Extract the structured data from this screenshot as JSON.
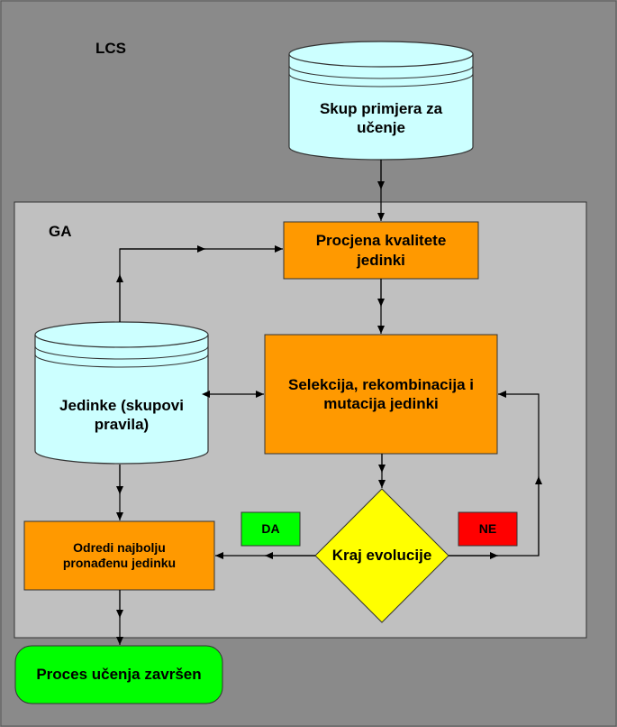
{
  "outer_region": {
    "label": "LCS"
  },
  "inner_region": {
    "label": "GA"
  },
  "nodes": {
    "training_set": {
      "label": "Skup primjera za\nučenje",
      "fill": "#ccffff"
    },
    "evaluate": {
      "label": "Procjena kvalitete\njedinki",
      "fill": "#ff9900"
    },
    "population": {
      "label": "Jedinke (skupovi\npravila)",
      "fill": "#ccffff"
    },
    "select": {
      "label": "Selekcija, rekombinacija i\nmutacija jedinki",
      "fill": "#ff9900"
    },
    "decision": {
      "label": "Kraj evolucije",
      "fill": "#ffff00"
    },
    "find_best": {
      "label": "Odredi najbolju\npronađenu jedinku",
      "fill": "#ff9900"
    },
    "end": {
      "label": "Proces učenja završen",
      "fill": "#00ff00"
    }
  },
  "branches": {
    "yes": {
      "label": "DA",
      "fill": "#00ff00"
    },
    "no": {
      "label": "NE",
      "fill": "#ff0000"
    }
  }
}
